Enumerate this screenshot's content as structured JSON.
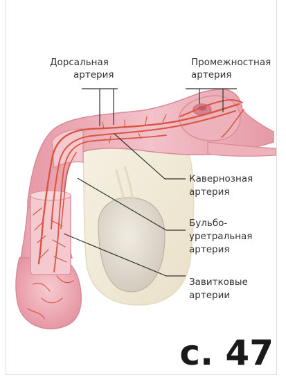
{
  "labels": {
    "dorsal": [
      "Дорсальная",
      "артерия"
    ],
    "perineal": [
      "Промежностная",
      "артерия"
    ],
    "cavernous": [
      "Кавернозная",
      "артерия"
    ],
    "bulbourethral": [
      "Бульбо-",
      "уретральная",
      "артерия"
    ],
    "helicine": [
      "Завитковые",
      "артерии"
    ]
  },
  "page_ref": "с. 47",
  "colors": {
    "tissue": "#ecaab4",
    "tissue_light": "#f4c9cf",
    "tissue_edge": "#d98a97",
    "artery": "#d8553f",
    "scrotum": "#f3eddb",
    "scrotum_edge": "#e3d9bf",
    "testis": "#e3ddd3",
    "leader": "#333333"
  }
}
